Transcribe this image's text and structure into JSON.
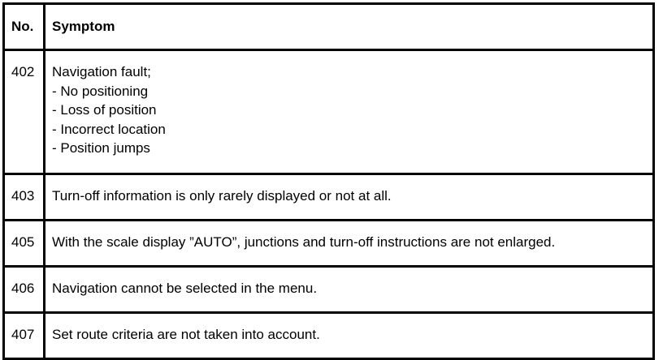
{
  "table": {
    "headers": {
      "no": "No.",
      "symptom": "Symptom"
    },
    "rows": [
      {
        "no": "402",
        "lines": [
          "Navigation fault;",
          "- No positioning",
          "- Loss of position",
          "- Incorrect location",
          "- Position jumps"
        ]
      },
      {
        "no": "403",
        "lines": [
          "Turn-off information is only rarely displayed or not at all."
        ]
      },
      {
        "no": "405",
        "lines": [
          "With the scale display ”AUTO”, junctions and turn-off instructions are not enlarged."
        ]
      },
      {
        "no": "406",
        "lines": [
          "Navigation cannot be selected in the menu."
        ]
      },
      {
        "no": "407",
        "lines": [
          "Set route criteria are not taken into account."
        ]
      }
    ]
  }
}
